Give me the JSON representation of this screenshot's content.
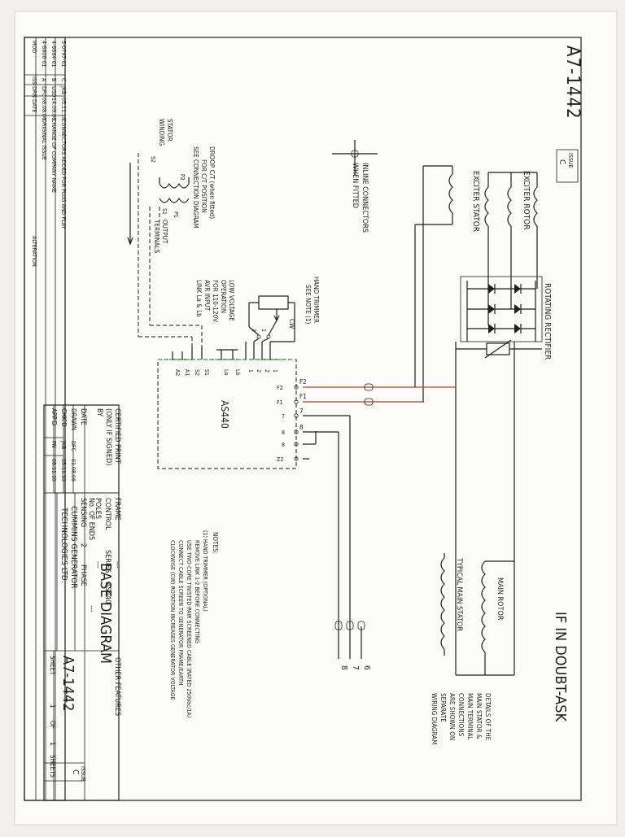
{
  "drawing_no": "A7-1442",
  "issue_label": "ISSUE",
  "issue_current": "C",
  "if_in_doubt": "IF IN DOUBT-ASK",
  "labels": {
    "exciter_rotor": "EXCITER ROTOR",
    "exciter_stator": "EXCITER STATOR",
    "rotating_rectifier": "ROTATING RECTIFIER",
    "main_rotor": "MAIN ROTOR",
    "typical_main_stator": "TYPICAL MAIN STATOR",
    "inline_connectors": [
      "INLINE CONNECTORS",
      "WHEN FITTED"
    ],
    "hand_trimmer": [
      "HAND TRIMMER",
      "SEE NOTE (1)"
    ],
    "cw": "CW",
    "low_voltage": [
      "LOW VOLTAGE",
      "OPERATION",
      "FOR 110-120V",
      "AVR INPUT",
      "LINK La & Lb"
    ],
    "droop": [
      "DROOP C/T (when fitted)",
      "FOR C/T POSITION",
      "SEE CONNECTION DIAGRAM"
    ],
    "stator_winding": [
      "STATOR",
      "WINDING"
    ],
    "output_terminals": [
      "OUTPUT",
      "TERMINALS"
    ],
    "details": [
      "DETAILS OF THE",
      "MAIN STATOR &",
      "MAIN TERMINAL",
      "CONNECTIONS",
      "ARE SHOWN ON",
      "SEPARATE",
      "WIRING DIAGRAM"
    ],
    "avr_name": "AS440",
    "avr_terminals": [
      "F2",
      "F1",
      "7",
      "8",
      "8",
      "Z2"
    ],
    "avr_field_labels": [
      "F2",
      "F1",
      "7",
      "8"
    ],
    "avr_bottom_terminals": [
      "S1",
      "S2",
      "A1",
      "A2",
      "Lo",
      "Lb",
      "1",
      "2",
      "2",
      "1"
    ],
    "ct_terminals": [
      "P2",
      "P1",
      "S2",
      "S1"
    ],
    "trimmer_terminals": [
      "1",
      "2"
    ],
    "output_numbers": [
      "6",
      "7",
      "8"
    ]
  },
  "notes": {
    "title": "NOTES:",
    "lines": [
      "(1)  HAND TRIMMER (OPTIONAL)",
      "REMOVE LINK 1-2 BEFORE CONNECTING",
      "USE TWO-CORE TWISTED-PAIR SCREENED CABLE (RATED 250Vac/1A)",
      "CONNECT CABLE SCREEN TO GENERATOR FRAME/EARTH",
      "CLOCKWISE (CW) ROTATION INCREASES GENERATOR VOLTAGE"
    ]
  },
  "revisions": [
    {
      "no": "5-0797-01",
      "iss": "C",
      "drn": "JKB",
      "date": "05.11.10",
      "alteration": "CONNECTORS ADDED FOR PLUG AND PLAY"
    },
    {
      "no": "4-8664-01",
      "iss": "B",
      "drn": "USD",
      "date": "14.09.06",
      "alteration": "CHANGE OF COMPANY NAME"
    },
    {
      "no": "4-8606-01",
      "iss": "A",
      "drn": "DFC",
      "date": "08.08.06",
      "alteration": "ORIGINAL ISSUE"
    }
  ],
  "revision_headers": {
    "mod": "MOD",
    "iss": "ISS",
    "drn": "DRN",
    "date": "DATE",
    "alteration": "ALTERATION"
  },
  "title_block": {
    "certified": "CERTIFIED PRINT",
    "only_if_signed": "(ONLY IF SIGNED)",
    "by": "BY",
    "date": "DATE",
    "drawn": "DRAWN",
    "drawn_by": "DFC",
    "drawn_date": "01.08.06",
    "chkd": "CHK'D",
    "chkd_by": "JKB",
    "chkd_date": "05.11.10",
    "appd": "APP'D",
    "appd_by": "PN",
    "appd_date": "08.11.10",
    "frame": "FRAME",
    "frame_val": "---",
    "control": "CONTROL",
    "series": "SERIES",
    "series_val": "AS440",
    "poles": "POLES",
    "poles_val": "---",
    "ends": "No. OF ENDS",
    "ends_val": "---",
    "sensing": "SENSING",
    "sensing_val": "2",
    "phase": "PHASE",
    "company_1": "CUMMINS GENERATOR",
    "company_2": "TECHNOLOGIES LTD.",
    "base_diagram": "BASE DIAGRAM",
    "other_features": "OTHER FEATURES",
    "drawing_no": "A7-1442",
    "issue": "ISSUE",
    "issue_val": "C",
    "sheet": "SHEET",
    "sheet_no": "1",
    "of": "OF",
    "sheet_total": "1",
    "sheets": "SHEETS"
  }
}
